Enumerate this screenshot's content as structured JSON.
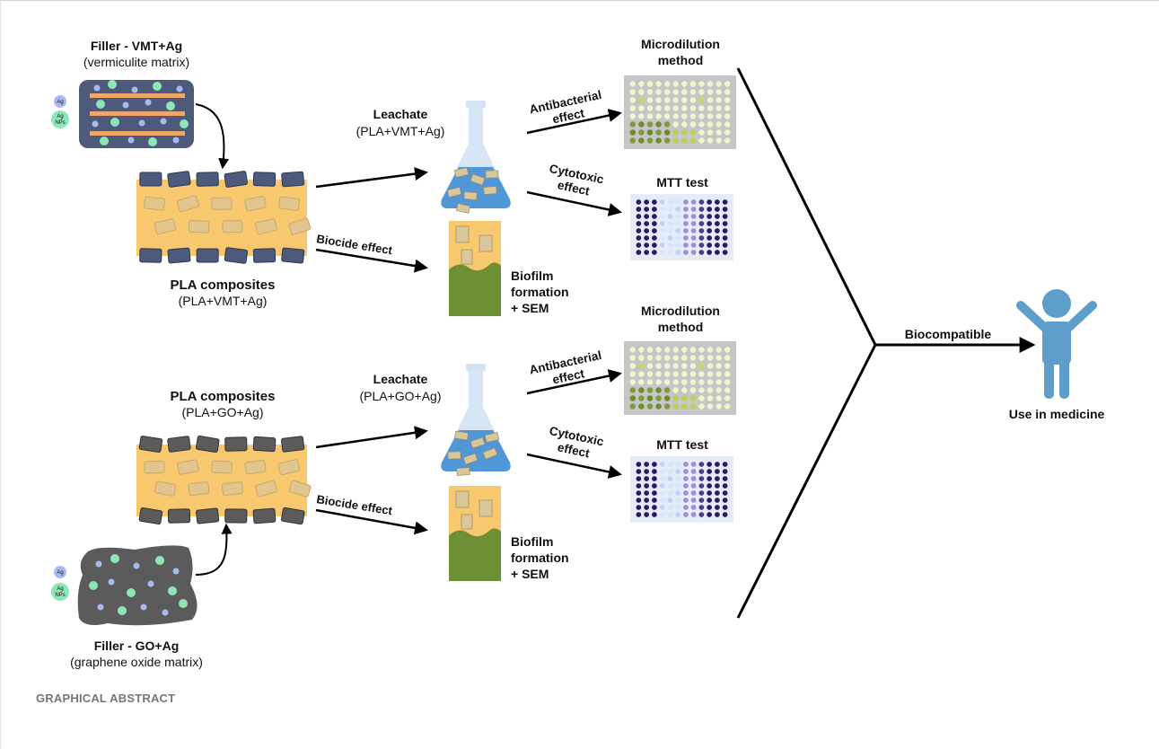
{
  "colors": {
    "pla": "#f8c86e",
    "vmt": "#4e5a7c",
    "go": "#5b5b5b",
    "ag_np": "#8ee6b6",
    "ag": "#a9b9f0",
    "stripe": "#f0a56a",
    "leachate": "#4f97d6",
    "biofilm": "#6e9034",
    "plate_bg": "#c6c6c6",
    "mtt_bg": "#e6ebf8",
    "mtt_dark": "#2a1a6b",
    "person": "#5e9ecb"
  },
  "top": {
    "filler_title": "Filler - VMT+Ag",
    "filler_sub": "(vermiculite matrix)",
    "ag_label": "Ag",
    "agnp_line1": "Ag",
    "agnp_line2": "NPs",
    "pla_title": "PLA composites",
    "pla_sub": "(PLA+VMT+Ag)",
    "leachate_title": "Leachate",
    "leachate_sub": "(PLA+VMT+Ag)",
    "biocide": "Biocide effect",
    "antibacterial_1": "Antibacterial",
    "antibacterial_2": "effect",
    "cytotoxic_1": "Cytotoxic",
    "cytotoxic_2": "effect",
    "micro_1": "Microdilution",
    "micro_2": "method",
    "mtt": "MTT test",
    "biofilm_1": "Biofilm",
    "biofilm_2": "formation",
    "biofilm_3": "+ SEM"
  },
  "bottom": {
    "filler_title": "Filler - GO+Ag",
    "filler_sub": "(graphene oxide matrix)",
    "ag_label": "Ag",
    "agnp_line1": "Ag",
    "agnp_line2": "NPs",
    "pla_title": "PLA composites",
    "pla_sub": "(PLA+GO+Ag)",
    "leachate_title": "Leachate",
    "leachate_sub": "(PLA+GO+Ag)",
    "biocide": "Biocide effect",
    "antibacterial_1": "Antibacterial",
    "antibacterial_2": "effect",
    "cytotoxic_1": "Cytotoxic",
    "cytotoxic_2": "effect",
    "micro_1": "Microdilution",
    "micro_2": "method",
    "mtt": "MTT test",
    "biofilm_1": "Biofilm",
    "biofilm_2": "formation",
    "biofilm_3": "+ SEM"
  },
  "outcome": {
    "biocompatible": "Biocompatible",
    "use": "Use in medicine"
  },
  "footer": "GRAPHICAL ABSTRACT"
}
